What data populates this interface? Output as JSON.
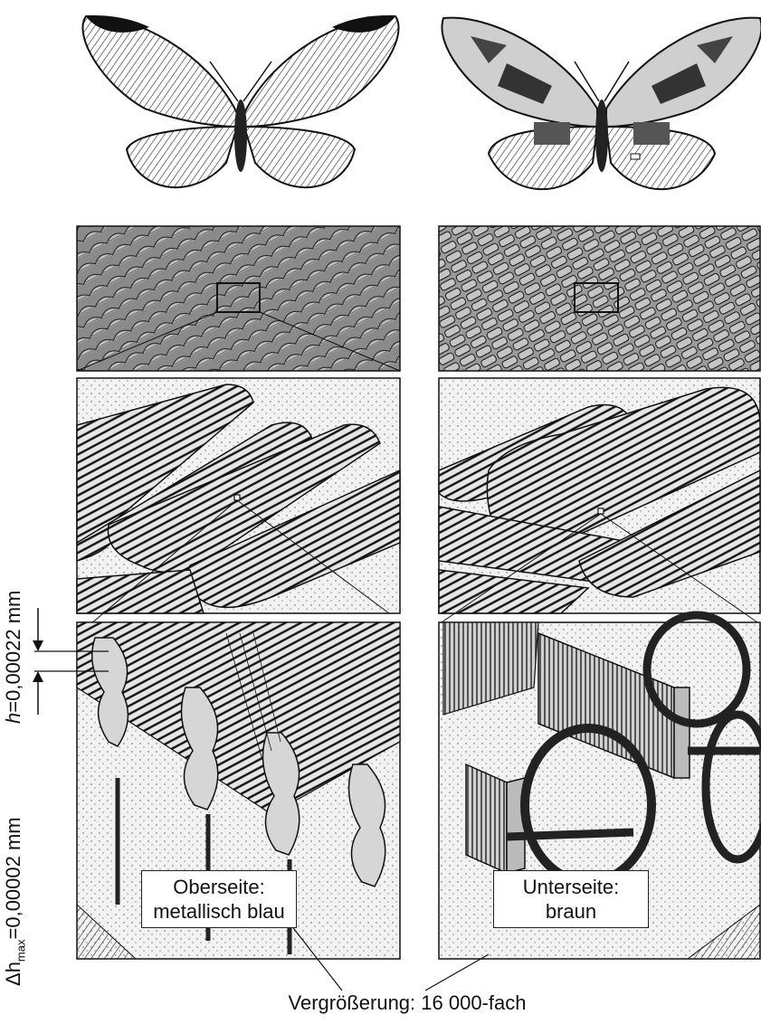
{
  "labels": {
    "top_side": {
      "line1": "Oberseite:",
      "line2": "metallisch blau"
    },
    "under_side": {
      "line1": "Unterseite:",
      "line2": "braun"
    },
    "magnification": "Vergrößerung: 16 000-fach",
    "height": {
      "symbol": "h",
      "value": "=0,00022 mm"
    },
    "delta_height": {
      "symbol": "Δh",
      "subscript": "max",
      "value": "=0,00002 mm"
    }
  },
  "colors": {
    "ink": "#111111",
    "paper": "#ffffff",
    "scale_fill": "#7a7a7a",
    "stipple": "#c9c9c9"
  }
}
